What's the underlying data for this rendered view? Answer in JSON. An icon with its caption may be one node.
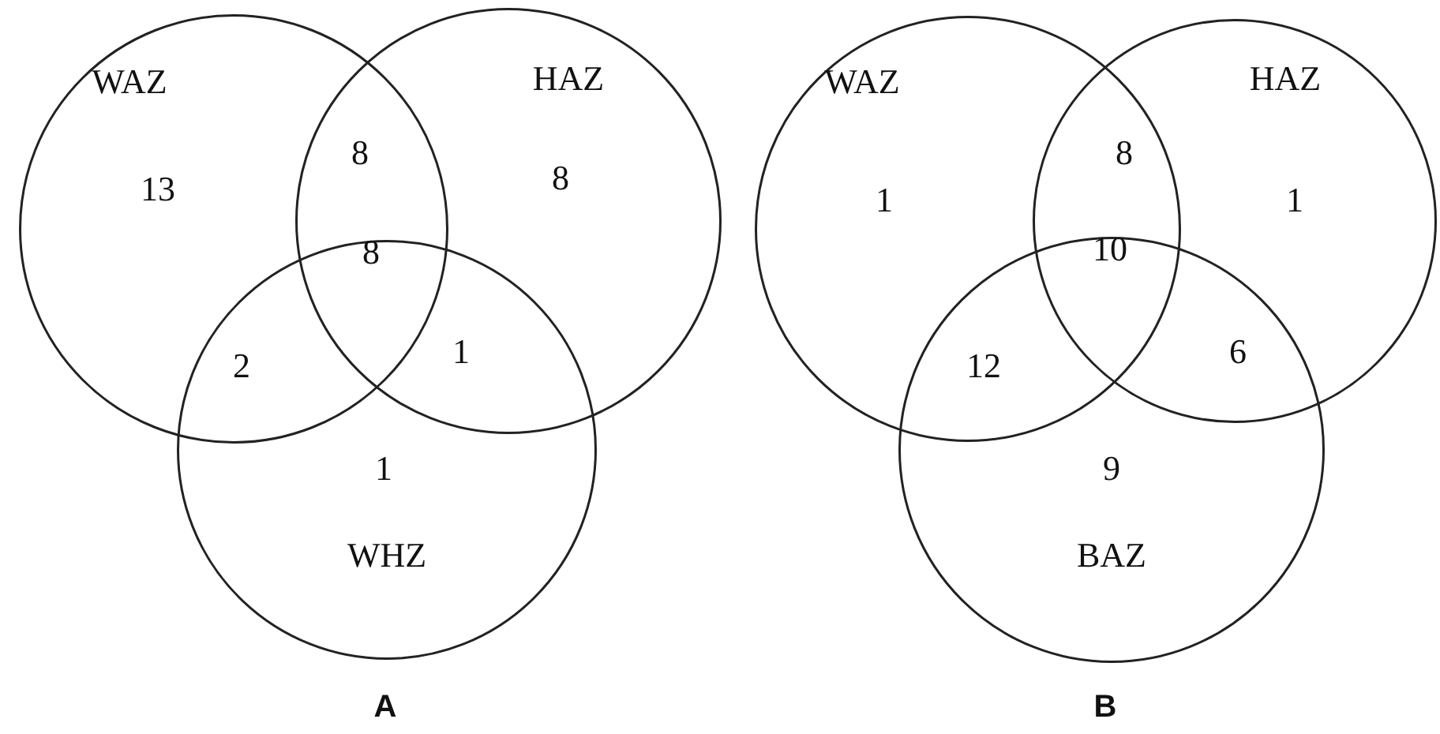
{
  "diagram": {
    "nodes": [
      {
        "text": [
          "WAZ"
        ]
      },
      {
        "text": [
          "HAZ"
        ]
      },
      {
        "text": [
          "WHZ"
        ]
      },
      {
        "text": [
          "WAZ"
        ]
      },
      {
        "text": [
          "HAZ"
        ]
      },
      {
        "text": [
          "BAZ"
        ]
      }
    ],
    "edges": [],
    "labels": [
      "13",
      "8",
      "8",
      "8",
      "2",
      "1",
      "1",
      "1",
      "8",
      "1",
      "10",
      "12",
      "6",
      "9",
      "A",
      "B"
    ]
  }
}
